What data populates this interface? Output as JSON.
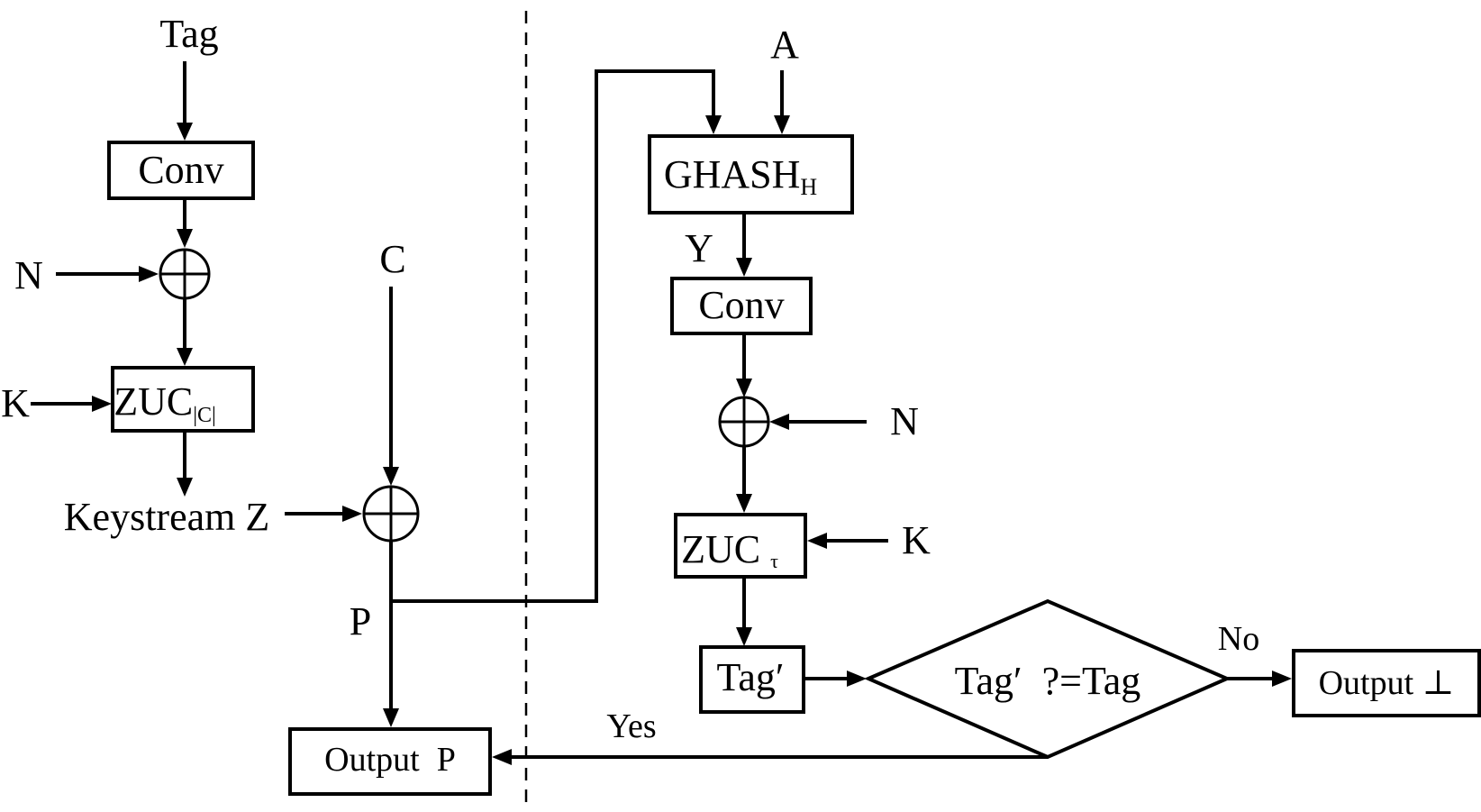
{
  "left": {
    "tag_input": "Tag",
    "conv_box": "Conv",
    "n_input": "N",
    "k_input": "K",
    "zuc_box": {
      "name": "ZUC",
      "sub": "|C|"
    },
    "keystream_label": "Keystream Z",
    "c_input": "C",
    "p_label": "P",
    "output_box": "Output  P"
  },
  "right": {
    "a_input": "A",
    "ghash_box": {
      "name": "GHASH",
      "sub": "H"
    },
    "y_label": "Y",
    "conv_box": "Conv",
    "n_input": "N",
    "zuc_box": {
      "name": "ZUC ",
      "sub": "τ"
    },
    "k_input": "K",
    "tagp_box": "Tag′",
    "decision": "Tag′  ?=Tag",
    "no_label": "No",
    "yes_label": "Yes",
    "output_box": "Output ⊥"
  }
}
